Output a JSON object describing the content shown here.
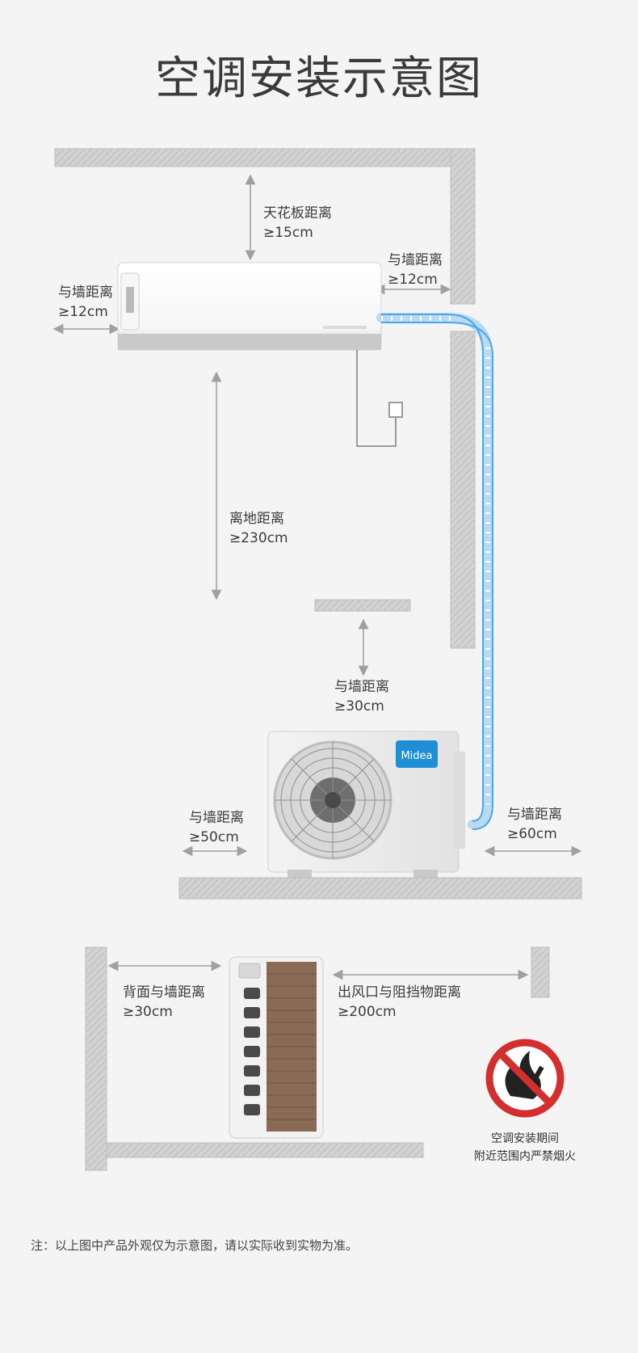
{
  "title": "空调安装示意图",
  "labels": {
    "ceiling": [
      "天花板距离",
      "≥15cm"
    ],
    "left_wall_indoor": [
      "与墙距离",
      "≥12cm"
    ],
    "right_wall_indoor": [
      "与墙距离",
      "≥12cm"
    ],
    "floor": [
      "离地距离",
      "≥230cm"
    ],
    "top_outdoor": [
      "与墙距离",
      "≥30cm"
    ],
    "left_outdoor": [
      "与墙距离",
      "≥50cm"
    ],
    "right_outdoor": [
      "与墙距离",
      "≥60cm"
    ],
    "back_wall": [
      "背面与墙距离",
      "≥30cm"
    ],
    "outlet": [
      "出风口与阻挡物距离",
      "≥200cm"
    ]
  },
  "brand": "Midea",
  "warning": [
    "空调安装期间",
    "附近范围内严禁烟火"
  ],
  "footnote": "注：以上图中产品外观仅为示意图，请以实际收到实物为准。",
  "colors": {
    "wall": "#c8c8c8",
    "pipe": "#4aa8ea",
    "arrow": "#a0a0a0",
    "brand_badge": "#1e8fd6",
    "no_fire": "#d32f2f"
  },
  "icons": [
    "no-fire-icon",
    "fan-icon"
  ]
}
